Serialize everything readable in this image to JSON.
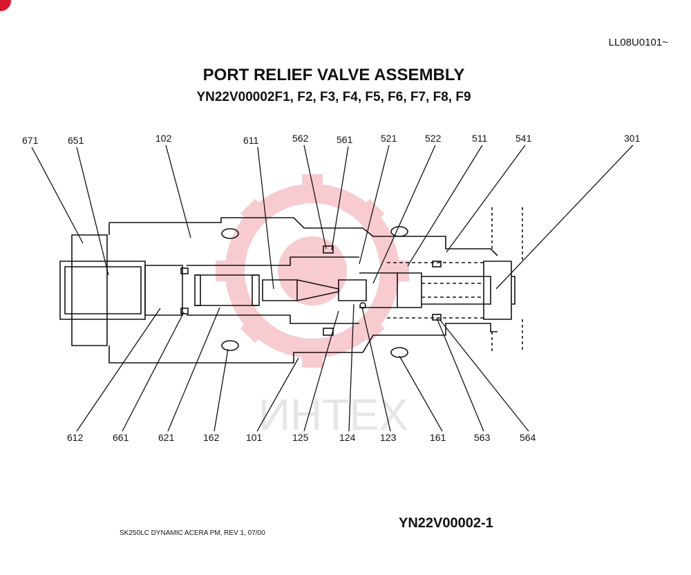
{
  "header": {
    "doc_code": "LL08U0101~",
    "title": "PORT RELIEF VALVE ASSEMBLY",
    "subtitle": "YN22V00002F1, F2, F3, F4, F5, F6, F7, F8, F9"
  },
  "watermark": {
    "text": "ИНТЕХ"
  },
  "parts_top": [
    "671",
    "651",
    "102",
    "611",
    "562",
    "561",
    "521",
    "522",
    "511",
    "541",
    "301"
  ],
  "parts_bottom": [
    "612",
    "661",
    "621",
    "162",
    "101",
    "125",
    "124",
    "123",
    "161",
    "563",
    "564"
  ],
  "footer": {
    "left": "SK250LC DYNAMIC ACERA PM, REV 1,  07/00",
    "right": "YN22V00002-1"
  },
  "colors": {
    "watermark": "#f2a2ab",
    "ink": "#111111"
  }
}
